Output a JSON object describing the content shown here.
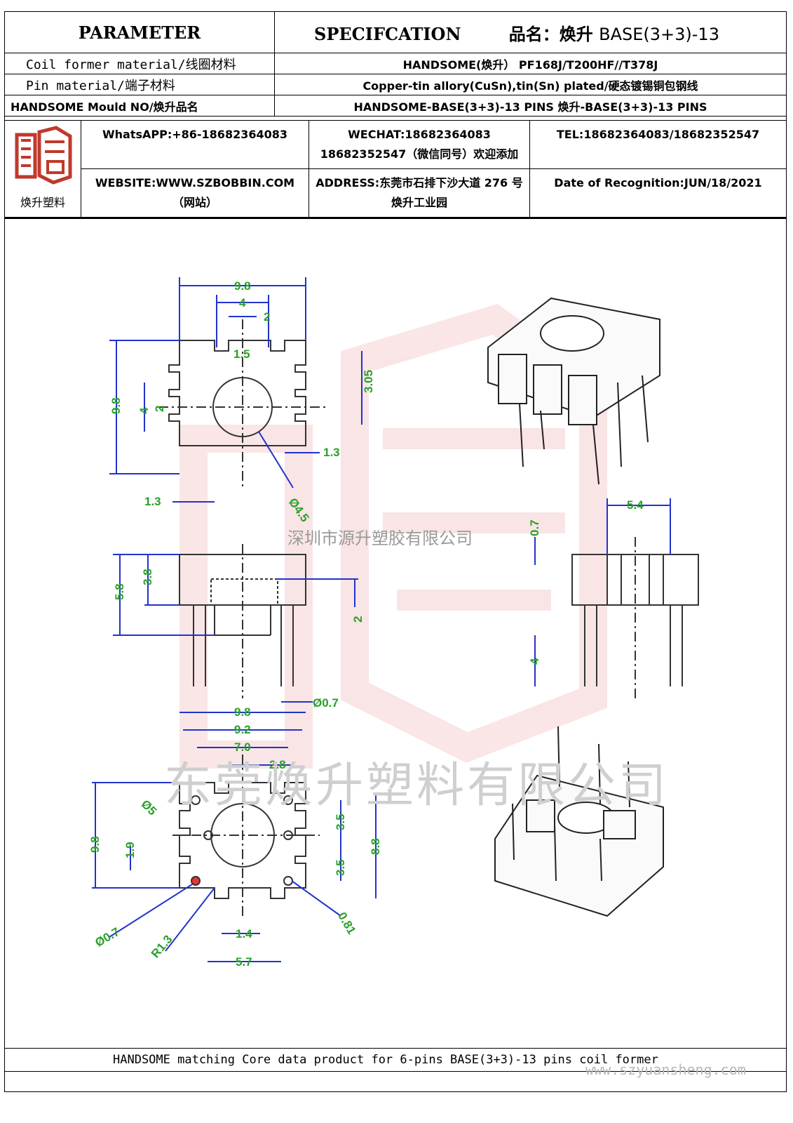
{
  "header": {
    "parameter": "PARAMETER",
    "specification": "SPECIFCATION",
    "product_label": "品名：焕升",
    "product_name": "BASE(3+3)-13"
  },
  "rows": [
    {
      "param": "Coil former material/线圈材料",
      "spec": "HANDSOME(焕升）  PF168J/T200HF//T378J"
    },
    {
      "param": "Pin material/端子材料",
      "spec": "Copper-tin allory(CuSn),tin(Sn) plated/硬态镀锡铜包钢线"
    },
    {
      "param": "HANDSOME Mould NO/焕升品名",
      "spec": "HANDSOME-BASE(3+3)-13 PINS   焕升-BASE(3+3)-13 PINS"
    }
  ],
  "contact": {
    "logo_caption": "焕升塑料",
    "whatsapp": "WhatsAPP:+86-18682364083",
    "wechat": "WECHAT:18682364083",
    "wechat_note": "18682352547（微信同号）欢迎添加",
    "tel": "TEL:18682364083/18682352547",
    "website": "WEBSITE:WWW.SZBOBBIN.COM（网站）",
    "address": "ADDRESS:东莞市石排下沙大道 276 号焕升工业园",
    "recognition": "Date of Recognition:JUN/18/2021"
  },
  "watermarks": {
    "company_small": "深圳市源升塑胶有限公司",
    "company_big": "东莞焕升塑料有限公司"
  },
  "dims": {
    "top_view": [
      "9.8",
      "4",
      "2",
      "1.5",
      "3.05",
      "9.8",
      "4",
      "2",
      "1.3",
      "1.3",
      "Ø4.5"
    ],
    "side_view": [
      "5.8",
      "3.8",
      "2"
    ],
    "right_view": [
      "5.4",
      "0.7",
      "4"
    ],
    "bottom_view": [
      "Ø0.7",
      "9.8",
      "9.2",
      "7.0",
      "2.8",
      "Ø5",
      "3.5",
      "9.8",
      "1.9",
      "8.8",
      "3.5",
      "Ø0.7",
      "R1.3",
      "1.4",
      "5.7",
      "0.81"
    ]
  },
  "footer": {
    "text": "HANDSOME matching Core data  product for 6-pins BASE(3+3)-13 pins coil former",
    "url": "www.szyuansheng.com"
  }
}
